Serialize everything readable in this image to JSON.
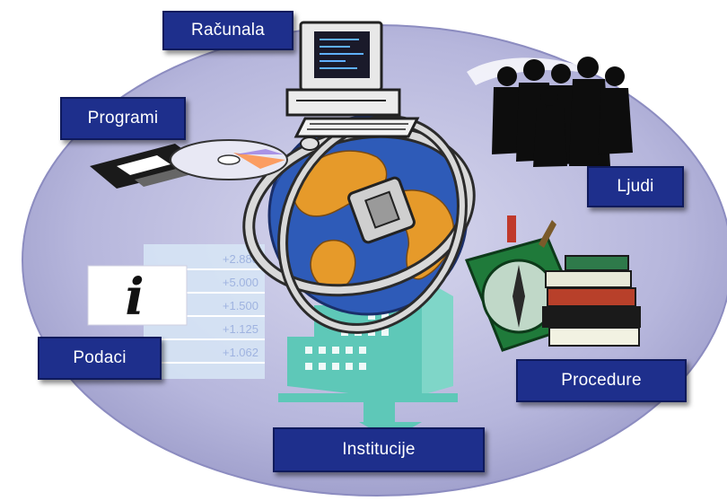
{
  "labels": {
    "racunala": "Računala",
    "programi": "Programi",
    "ljudi": "Ljudi",
    "podaci": "Podaci",
    "procedure": "Procedure",
    "institucije": "Institucije"
  },
  "data_sheet": {
    "values": [
      "+2.888",
      "+5.000",
      "+1.500",
      "+1.125",
      "+1.062"
    ],
    "info_symbol": "i"
  },
  "colors": {
    "label_bg": "#1e2f8c",
    "ellipse": "#b8b8de",
    "building": "#5ec8b8",
    "globe_ocean": "#2e5bb8",
    "globe_land": "#e69a2a"
  },
  "icons": [
    "computer-icon",
    "floppy-disk-icon",
    "cd-icon",
    "people-silhouettes-icon",
    "globe-icon",
    "cable-icon",
    "compass-icon",
    "books-icon",
    "building-icon",
    "info-icon"
  ]
}
